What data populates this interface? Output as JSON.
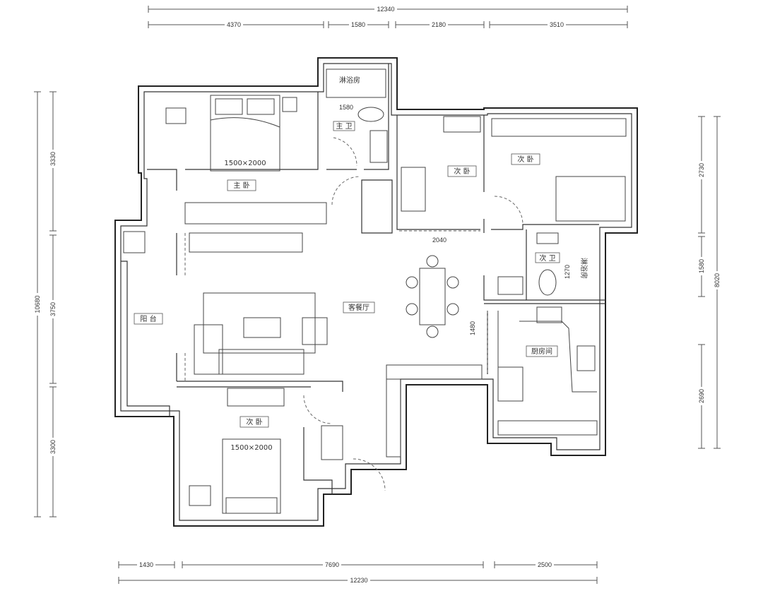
{
  "dimensions": {
    "top_total": "12340",
    "top_segments": [
      "4370",
      "1580",
      "2180",
      "3510"
    ],
    "bottom_segments": [
      "1430",
      "7690",
      "2500"
    ],
    "bottom_total": "12230",
    "left_total": "10680",
    "left_segments": [
      "3330",
      "3750",
      "3300"
    ],
    "right_segments": [
      "2730",
      "1580",
      "2690"
    ],
    "right_total": "8020"
  },
  "rooms": {
    "master_bedroom": "主 卧",
    "master_bath": "主 卫",
    "master_shower": "淋浴房",
    "bedroom_mid": "次 卧",
    "bedroom_right": "次 卧",
    "second_bath": "次 卫",
    "second_shower": "淋浴房",
    "living_dining": "客餐厅",
    "kitchen": "厨房间",
    "balcony": "阳 台",
    "bedroom_bottom": "次 卧"
  },
  "annotations": {
    "master_bed_size": "1500×2000",
    "bottom_bed_size": "1500×2000",
    "master_bath_width": "1580",
    "corridor_width": "2040",
    "second_bath_width": "1270",
    "kitchen_door": "1480"
  }
}
